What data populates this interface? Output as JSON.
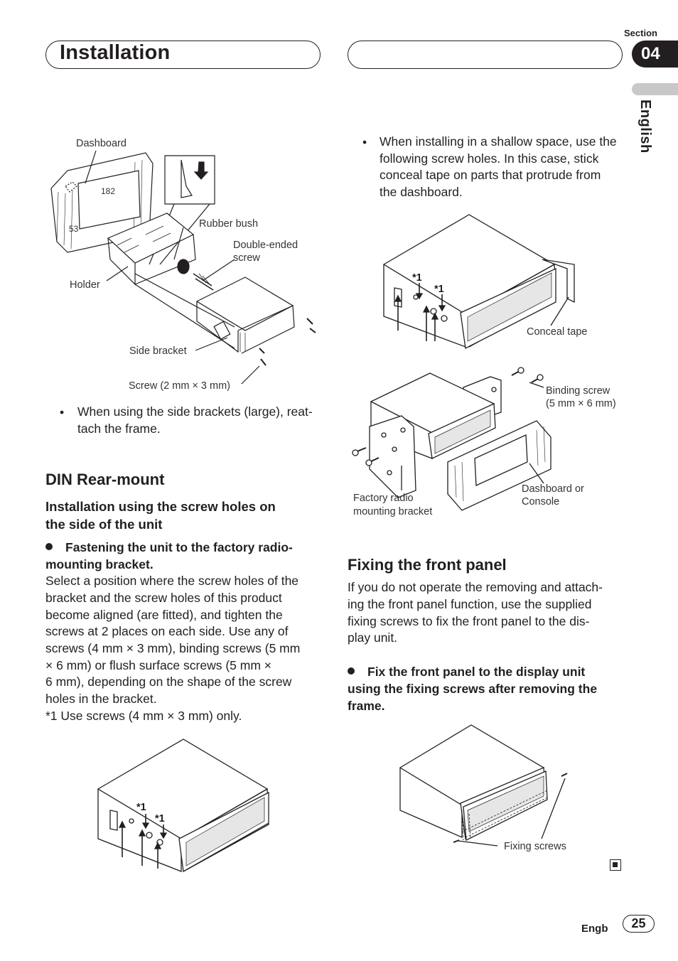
{
  "header": {
    "title": "Installation",
    "section_label": "Section",
    "section_number": "04",
    "language": "English"
  },
  "figure1": {
    "dashboard": "Dashboard",
    "dim_182": "182",
    "dim_53": "53",
    "rubber_bush": "Rubber bush",
    "double_ended_screw_1": "Double-ended",
    "double_ended_screw_2": "screw",
    "holder": "Holder",
    "side_bracket": "Side bracket",
    "screw": "Screw (2 mm × 3 mm)"
  },
  "left": {
    "bullet_text_1": "When using the side brackets (large), reat-",
    "bullet_text_2": "tach the frame.",
    "din_heading": "DIN Rear-mount",
    "sub_heading_1": "Installation using the screw holes on",
    "sub_heading_2": "the side of the unit",
    "step_1": "Fastening the unit to the factory radio-",
    "step_2": "mounting bracket.",
    "para": [
      "Select a position where the screw holes of the",
      "bracket and the screw holes of this product",
      "become aligned (are fitted), and tighten the",
      "screws at 2 places on each side. Use any of",
      "screws (4 mm × 3 mm), binding screws (5 mm",
      "× 6 mm) or flush surface screws (5 mm ×",
      "6 mm), depending on the shape of the screw",
      "holes in the bracket.",
      "*1 Use screws (4 mm × 3 mm) only."
    ]
  },
  "figure4": {
    "mark_a": "*1",
    "mark_b": "*1"
  },
  "right": {
    "bullet_lines": [
      "When installing in a shallow space, use the",
      "following screw holes. In this case, stick",
      "conceal tape on parts that protrude from",
      "the dashboard."
    ],
    "fixing_heading": "Fixing the front panel",
    "fixing_para": [
      "If you do not operate the removing and attach-",
      "ing the front panel function, use the supplied",
      "fixing screws to fix the front panel to the dis-",
      "play unit."
    ],
    "fix_step": [
      "Fix the front panel to the display unit",
      "using the fixing screws after removing the",
      "frame."
    ]
  },
  "figure2": {
    "mark_a": "*1",
    "mark_b": "*1",
    "conceal_tape": "Conceal tape"
  },
  "figure3": {
    "binding_screw_1": "Binding screw",
    "binding_screw_2": "(5 mm × 6 mm)",
    "factory_1": "Factory radio",
    "factory_2": "mounting bracket",
    "dashboard_1": "Dashboard or",
    "dashboard_2": "Console"
  },
  "figure5": {
    "fixing_screws": "Fixing screws"
  },
  "footer": {
    "lang_code": "Engb",
    "page": "25"
  }
}
